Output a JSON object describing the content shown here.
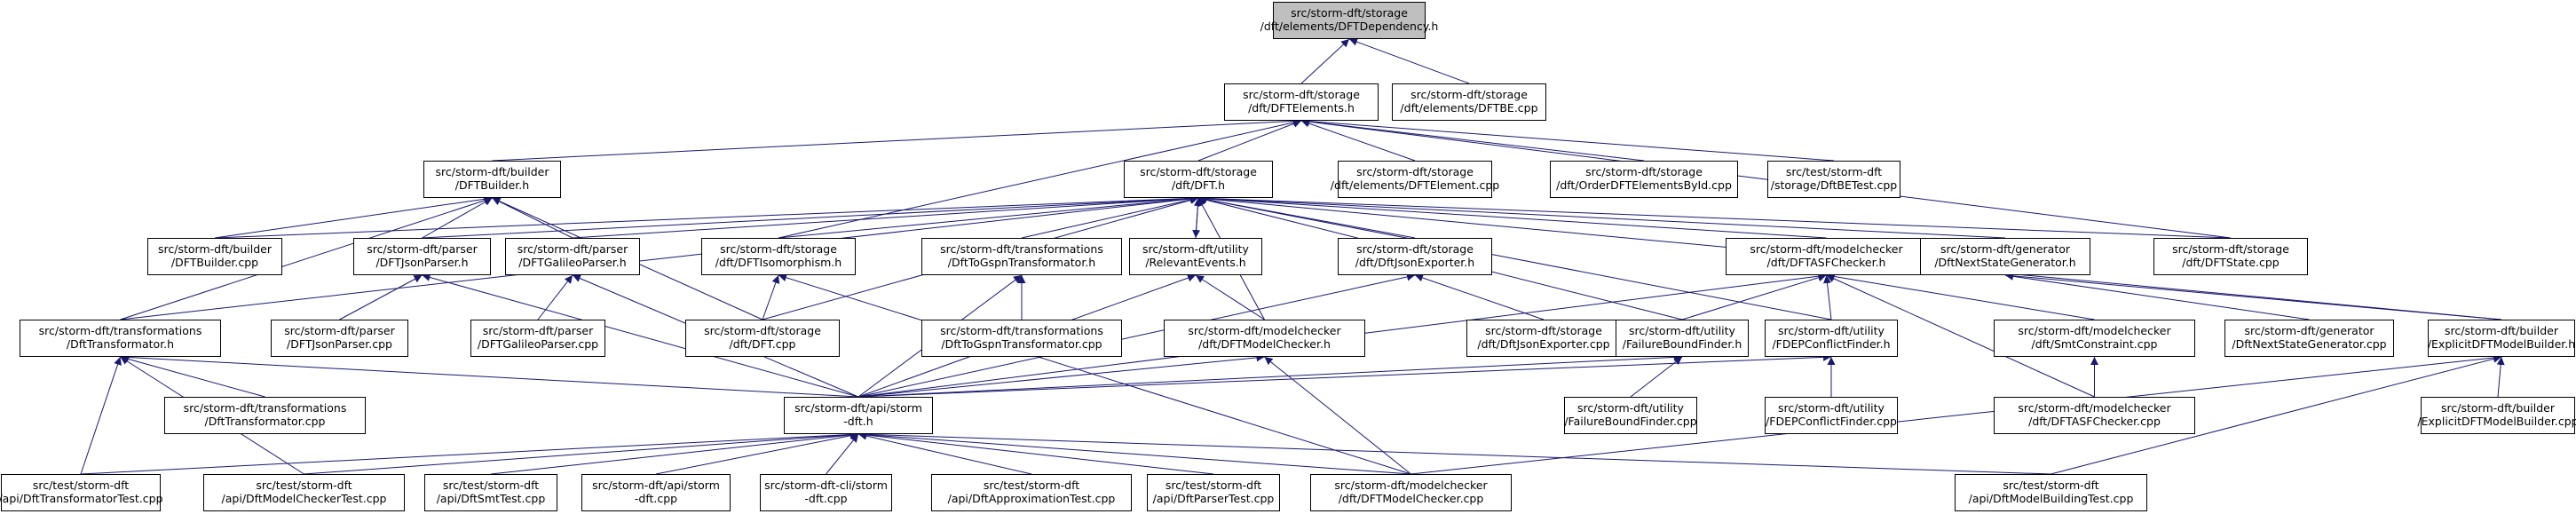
{
  "colors": {
    "node_fill": "#ffffff",
    "root_fill": "#bfbfbf",
    "stroke": "#000000",
    "edge": "#191970"
  },
  "nodes": [
    {
      "id": "n1",
      "root": true,
      "lines": [
        "src/storm-dft/storage",
        "/dft/elements/DFTDependency.h"
      ]
    },
    {
      "id": "n2",
      "lines": [
        "src/storm-dft/storage",
        "/dft/DFTElements.h"
      ]
    },
    {
      "id": "n3",
      "lines": [
        "src/storm-dft/storage",
        "/dft/elements/DFTBE.cpp"
      ]
    },
    {
      "id": "n4",
      "lines": [
        "src/storm-dft/builder",
        "/DFTBuilder.h"
      ]
    },
    {
      "id": "n5",
      "lines": [
        "src/storm-dft/storage",
        "/dft/DFT.h"
      ]
    },
    {
      "id": "n6",
      "lines": [
        "src/storm-dft/storage",
        "/dft/elements/DFTElement.cpp"
      ]
    },
    {
      "id": "n7",
      "lines": [
        "src/storm-dft/storage",
        "/dft/OrderDFTElementsById.cpp"
      ]
    },
    {
      "id": "n8",
      "lines": [
        "src/test/storm-dft",
        "/storage/DftBETest.cpp"
      ]
    },
    {
      "id": "n9",
      "lines": [
        "src/storm-dft/builder",
        "/DFTBuilder.cpp"
      ]
    },
    {
      "id": "n10",
      "lines": [
        "src/storm-dft/parser",
        "/DFTJsonParser.h"
      ]
    },
    {
      "id": "n11",
      "lines": [
        "src/storm-dft/parser",
        "/DFTGalileoParser.h"
      ]
    },
    {
      "id": "n12",
      "lines": [
        "src/storm-dft/storage",
        "/dft/DFTIsomorphism.h"
      ]
    },
    {
      "id": "n13",
      "lines": [
        "src/storm-dft/transformations",
        "/DftToGspnTransformator.h"
      ]
    },
    {
      "id": "n14",
      "lines": [
        "src/storm-dft/utility",
        "/RelevantEvents.h"
      ]
    },
    {
      "id": "n15",
      "lines": [
        "src/storm-dft/storage",
        "/dft/DftJsonExporter.h"
      ]
    },
    {
      "id": "n16",
      "lines": [
        "src/storm-dft/modelchecker",
        "/dft/DFTASFChecker.h"
      ]
    },
    {
      "id": "n17",
      "lines": [
        "src/storm-dft/generator",
        "/DftNextStateGenerator.h"
      ]
    },
    {
      "id": "n18",
      "lines": [
        "src/storm-dft/storage",
        "/dft/DFTState.cpp"
      ]
    },
    {
      "id": "n19",
      "lines": [
        "src/storm-dft/transformations",
        "/DftTransformator.h"
      ]
    },
    {
      "id": "n20",
      "lines": [
        "src/storm-dft/parser",
        "/DFTJsonParser.cpp"
      ]
    },
    {
      "id": "n21",
      "lines": [
        "src/storm-dft/parser",
        "/DFTGalileoParser.cpp"
      ]
    },
    {
      "id": "n22",
      "lines": [
        "src/storm-dft/storage",
        "/dft/DFT.cpp"
      ]
    },
    {
      "id": "n23",
      "lines": [
        "src/storm-dft/transformations",
        "/DftToGspnTransformator.cpp"
      ]
    },
    {
      "id": "n24",
      "lines": [
        "src/storm-dft/modelchecker",
        "/dft/DFTModelChecker.h"
      ]
    },
    {
      "id": "n25",
      "lines": [
        "src/storm-dft/storage",
        "/dft/DftJsonExporter.cpp"
      ]
    },
    {
      "id": "n26",
      "lines": [
        "src/storm-dft/utility",
        "/FailureBoundFinder.h"
      ]
    },
    {
      "id": "n27",
      "lines": [
        "src/storm-dft/utility",
        "/FDEPConflictFinder.h"
      ]
    },
    {
      "id": "n28",
      "lines": [
        "src/storm-dft/modelchecker",
        "/dft/SmtConstraint.cpp"
      ]
    },
    {
      "id": "n29",
      "lines": [
        "src/storm-dft/generator",
        "/DftNextStateGenerator.cpp"
      ]
    },
    {
      "id": "n30",
      "lines": [
        "src/storm-dft/builder",
        "/ExplicitDFTModelBuilder.h"
      ]
    },
    {
      "id": "n31",
      "lines": [
        "src/storm-dft/transformations",
        "/DftTransformator.cpp"
      ]
    },
    {
      "id": "n32",
      "lines": [
        "src/storm-dft/api/storm",
        "-dft.h"
      ]
    },
    {
      "id": "n33",
      "lines": [
        "src/storm-dft/utility",
        "/FailureBoundFinder.cpp"
      ]
    },
    {
      "id": "n34",
      "lines": [
        "src/storm-dft/utility",
        "/FDEPConflictFinder.cpp"
      ]
    },
    {
      "id": "n35",
      "lines": [
        "src/storm-dft/modelchecker",
        "/dft/DFTASFChecker.cpp"
      ]
    },
    {
      "id": "n36",
      "lines": [
        "src/storm-dft/builder",
        "/ExplicitDFTModelBuilder.cpp"
      ]
    },
    {
      "id": "n37",
      "lines": [
        "src/test/storm-dft",
        "/api/DftTransformatorTest.cpp"
      ]
    },
    {
      "id": "n38",
      "lines": [
        "src/test/storm-dft",
        "/api/DftModelCheckerTest.cpp"
      ]
    },
    {
      "id": "n39",
      "lines": [
        "src/test/storm-dft",
        "/api/DftSmtTest.cpp"
      ]
    },
    {
      "id": "n40",
      "lines": [
        "src/storm-dft/api/storm",
        "-dft.cpp"
      ]
    },
    {
      "id": "n41",
      "lines": [
        "src/storm-dft-cli/storm",
        "-dft.cpp"
      ]
    },
    {
      "id": "n42",
      "lines": [
        "src/test/storm-dft",
        "/api/DftApproximationTest.cpp"
      ]
    },
    {
      "id": "n43",
      "lines": [
        "src/test/storm-dft",
        "/api/DftParserTest.cpp"
      ]
    },
    {
      "id": "n44",
      "lines": [
        "src/storm-dft/modelchecker",
        "/dft/DFTModelChecker.cpp"
      ]
    },
    {
      "id": "n45",
      "lines": [
        "src/test/storm-dft",
        "/api/DftModelBuildingTest.cpp"
      ]
    }
  ],
  "edges": [
    [
      "n2",
      "n1"
    ],
    [
      "n3",
      "n1"
    ],
    [
      "n4",
      "n2"
    ],
    [
      "n5",
      "n2"
    ],
    [
      "n6",
      "n2"
    ],
    [
      "n7",
      "n2"
    ],
    [
      "n8",
      "n2"
    ],
    [
      "n12",
      "n2"
    ],
    [
      "n18",
      "n2"
    ],
    [
      "n9",
      "n4"
    ],
    [
      "n10",
      "n4"
    ],
    [
      "n11",
      "n4"
    ],
    [
      "n19",
      "n4"
    ],
    [
      "n22",
      "n4"
    ],
    [
      "n9",
      "n5"
    ],
    [
      "n10",
      "n5"
    ],
    [
      "n11",
      "n5"
    ],
    [
      "n12",
      "n5"
    ],
    [
      "n13",
      "n5"
    ],
    [
      "n14",
      "n5"
    ],
    [
      "n15",
      "n5"
    ],
    [
      "n16",
      "n5"
    ],
    [
      "n17",
      "n5"
    ],
    [
      "n18",
      "n5"
    ],
    [
      "n19",
      "n5"
    ],
    [
      "n22",
      "n5"
    ],
    [
      "n24",
      "n5"
    ],
    [
      "n26",
      "n5"
    ],
    [
      "n27",
      "n5"
    ],
    [
      "n30",
      "n5"
    ],
    [
      "n5",
      "n14"
    ],
    [
      "n20",
      "n10"
    ],
    [
      "n32",
      "n10"
    ],
    [
      "n21",
      "n11"
    ],
    [
      "n32",
      "n11"
    ],
    [
      "n22",
      "n12"
    ],
    [
      "n44",
      "n12"
    ],
    [
      "n23",
      "n13"
    ],
    [
      "n32",
      "n13"
    ],
    [
      "n24",
      "n14"
    ],
    [
      "n32",
      "n14"
    ],
    [
      "n25",
      "n15"
    ],
    [
      "n32",
      "n15"
    ],
    [
      "n26",
      "n16"
    ],
    [
      "n27",
      "n16"
    ],
    [
      "n28",
      "n16"
    ],
    [
      "n35",
      "n16"
    ],
    [
      "n32",
      "n16"
    ],
    [
      "n29",
      "n17"
    ],
    [
      "n30",
      "n17"
    ],
    [
      "n31",
      "n19"
    ],
    [
      "n32",
      "n19"
    ],
    [
      "n37",
      "n19"
    ],
    [
      "n38",
      "n19"
    ],
    [
      "n32",
      "n24"
    ],
    [
      "n44",
      "n24"
    ],
    [
      "n32",
      "n26"
    ],
    [
      "n33",
      "n26"
    ],
    [
      "n32",
      "n27"
    ],
    [
      "n34",
      "n27"
    ],
    [
      "n35",
      "n28"
    ],
    [
      "n36",
      "n30"
    ],
    [
      "n44",
      "n30"
    ],
    [
      "n45",
      "n30"
    ],
    [
      "n37",
      "n32"
    ],
    [
      "n38",
      "n32"
    ],
    [
      "n39",
      "n32"
    ],
    [
      "n40",
      "n32"
    ],
    [
      "n41",
      "n32"
    ],
    [
      "n42",
      "n32"
    ],
    [
      "n43",
      "n32"
    ],
    [
      "n44",
      "n32"
    ],
    [
      "n45",
      "n32"
    ]
  ]
}
